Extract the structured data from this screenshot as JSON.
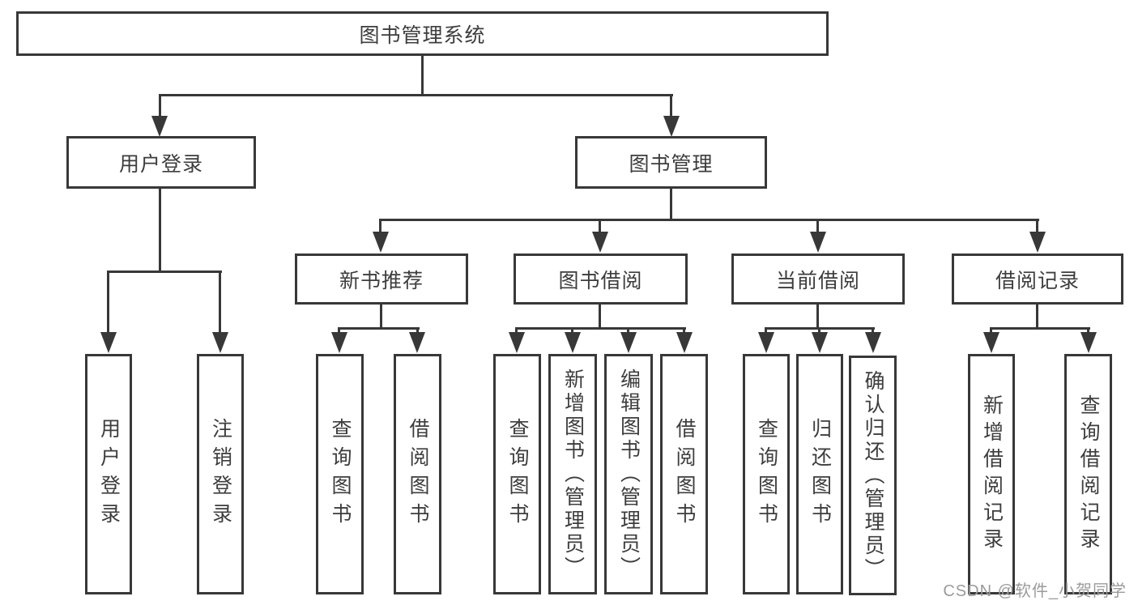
{
  "diagram": {
    "root": "图书管理系统",
    "level2": {
      "user_login": "用户登录",
      "book_mgmt": "图书管理"
    },
    "level3": {
      "new_book_rec": "新书推荐",
      "book_borrow": "图书借阅",
      "current_borrow": "当前借阅",
      "borrow_records": "借阅记录"
    },
    "leaves": {
      "user_login_login": "用户登录",
      "user_login_logout": "注销登录",
      "new_book_query": "查询图书",
      "new_book_borrow": "借阅图书",
      "borrow_query": "查询图书",
      "borrow_add_admin": "新增图书（管理员）",
      "borrow_edit_admin": "编辑图书（管理员）",
      "borrow_do": "借阅图书",
      "current_query": "查询图书",
      "current_return": "归还图书",
      "current_confirm_admin": "确认归还（管理员）",
      "records_add": "新增借阅记录",
      "records_query": "查询借阅记录"
    }
  },
  "watermark": "CSDN @软件_小贺同学",
  "colors": {
    "line": "#383838",
    "text": "#3d3d3d",
    "watermark_text": "#9b9b9b",
    "background": "#ffffff"
  }
}
